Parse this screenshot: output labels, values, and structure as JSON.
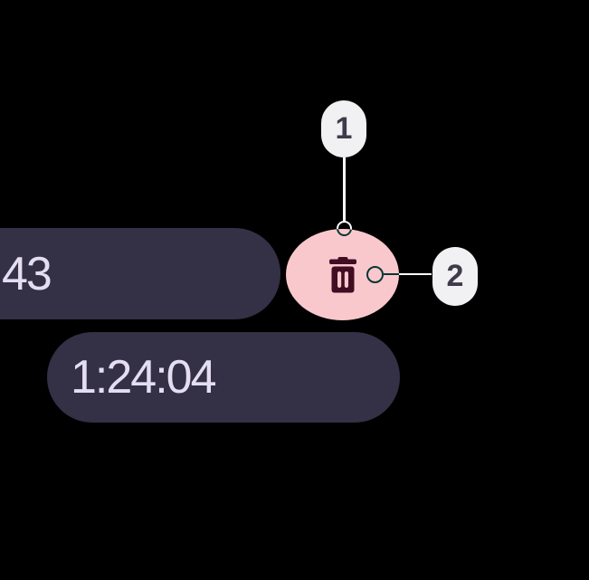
{
  "screen": {
    "description": "stopwatch screen with annotated delete button",
    "background_color": "#000000"
  },
  "stopwatch": {
    "lap_time_partial": "43",
    "total_time": "1:24:04",
    "pill_color": "#343046",
    "time_text_color": "#E5DEF1"
  },
  "delete_button": {
    "icon": "trash-icon",
    "background_color": "#F9C8CD",
    "icon_color": "#400D23"
  },
  "callouts": {
    "badge_color": "#F1F0F2",
    "badge_text_color": "#3F3B4B",
    "line_color": "#FFFFFF",
    "items": [
      {
        "label": "1",
        "points_to": "delete-button-top"
      },
      {
        "label": "2",
        "points_to": "delete-button-right"
      }
    ]
  }
}
